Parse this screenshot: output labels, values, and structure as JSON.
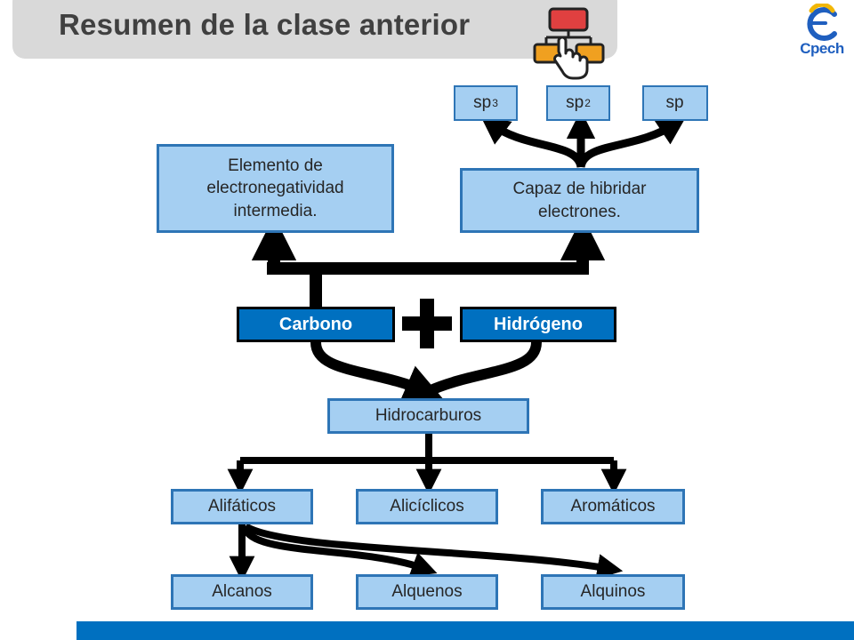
{
  "header": {
    "title": "Resumen de la clase anterior",
    "logo_text": "Cpech"
  },
  "hybridization": {
    "items": [
      {
        "base": "sp",
        "exponent": "3"
      },
      {
        "base": "sp",
        "exponent": "2"
      },
      {
        "base": "sp",
        "exponent": ""
      }
    ]
  },
  "properties": {
    "electronegativity": "Elemento de electronegatividad intermedia.",
    "hybridize": "Capaz de hibridar electrones."
  },
  "elements": {
    "carbon": "Carbono",
    "hydrogen": "Hidrógeno"
  },
  "hydrocarbons": {
    "label": "Hidrocarburos",
    "types": [
      "Alifáticos",
      "Alicíclicos",
      "Aromáticos"
    ],
    "aliphatic_subtypes": [
      "Alcanos",
      "Alquenos",
      "Alquinos"
    ]
  },
  "colors": {
    "accent_blue": "#0070c0",
    "light_blue": "#a5cff2",
    "border_blue": "#2e75b6",
    "title_gray": "#d9d9d9"
  },
  "icons": [
    "hierarchy-hand-icon",
    "cpech-logo-icon",
    "plus-icon"
  ]
}
